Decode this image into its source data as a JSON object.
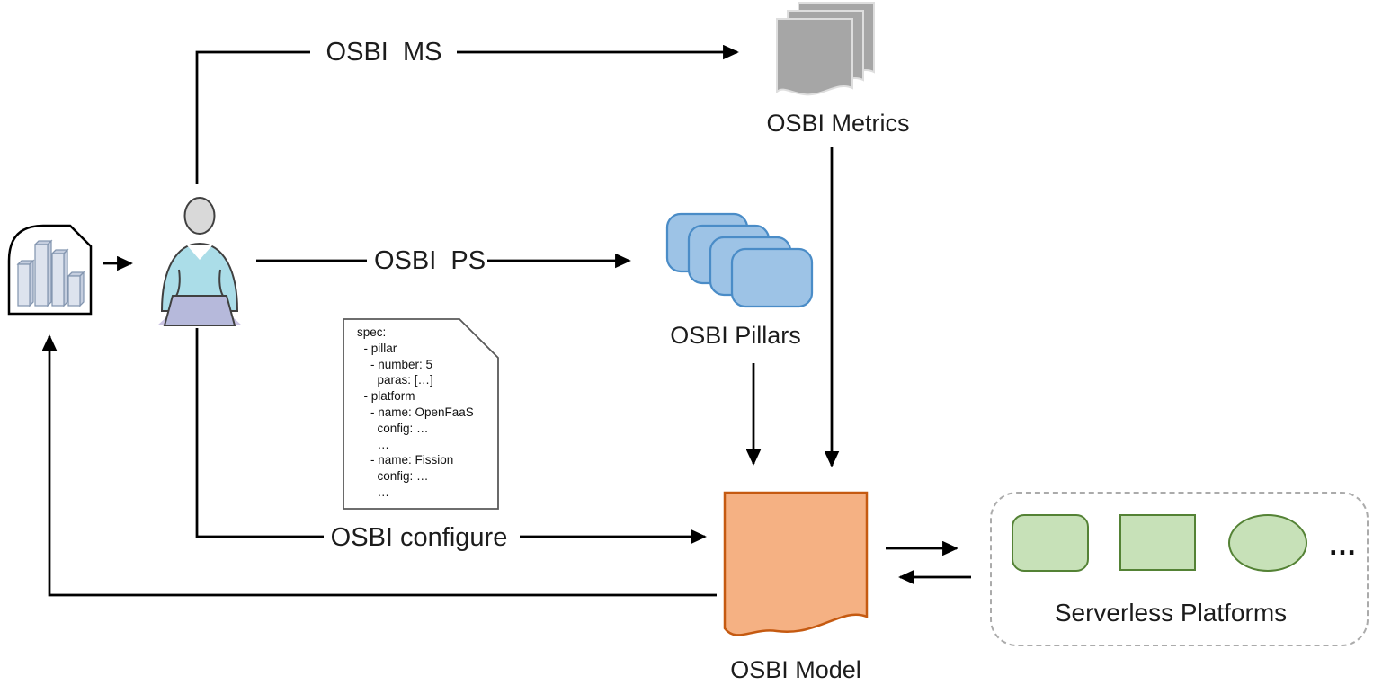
{
  "connectors": {
    "ms_label": "OSBI  MS",
    "ps_label": "OSBI  PS",
    "configure_label": "OSBI configure"
  },
  "nodes": {
    "metrics": {
      "label": "OSBI Metrics",
      "icon": "stacked-gray-documents"
    },
    "pillars": {
      "label": "OSBI Pillars",
      "icon": "stacked-blue-rounded-rectangles"
    },
    "model": {
      "label": "OSBI Model",
      "icon": "orange-wave-document"
    },
    "platforms": {
      "label": "Serverless Platforms",
      "more_indicator": "…",
      "shapes": [
        "rounded-rectangle",
        "square",
        "ellipse"
      ]
    },
    "user": {
      "icon": "person-at-laptop"
    },
    "results": {
      "icon": "bar-chart-document"
    },
    "spec": {
      "text": "spec:\n  - pillar\n    - number: 5\n      paras: […]\n  - platform\n    - name: OpenFaaS\n      config: …\n      …\n    - name: Fission\n      config: …\n      …"
    }
  },
  "colors": {
    "pillars_fill": "#9DC3E6",
    "pillars_border": "#4A8CC7",
    "model_fill": "#F5B183",
    "model_border": "#C55A11",
    "platform_fill": "#C7E1B8",
    "platform_border": "#548235",
    "metrics_fill": "#A6A6A6",
    "bars_fill": "#DDE3EE",
    "bars_border": "#8496B0",
    "person_body": "#ABDDE8",
    "laptop": "#B6B9DB",
    "connector": "#000000",
    "container_dash": "#ABABAB"
  }
}
